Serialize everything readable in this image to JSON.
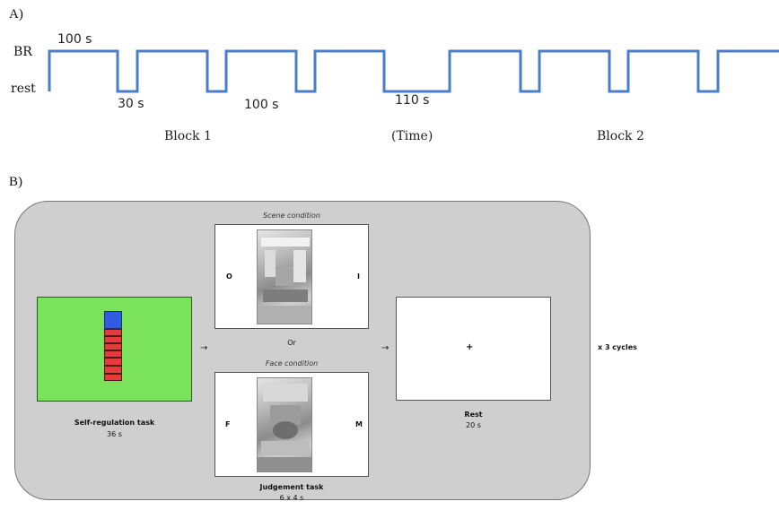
{
  "panel_a": {
    "label": "A)",
    "level_high": "BR",
    "level_low": "rest",
    "durations": {
      "br_first": "100 s",
      "rest_short": "30 s",
      "br_mid": "100 s",
      "rest_long": "110 s"
    },
    "block1": "Block 1",
    "time": "(Time)",
    "block2": "Block 2",
    "line_color": "#4a7ec8"
  },
  "panel_b": {
    "label": "B)",
    "self_regulation": {
      "title": "Self-regulation task",
      "duration": "36 s",
      "screen_color": "#7ae35b"
    },
    "scene": {
      "title": "Scene condition",
      "left_key": "O",
      "right_key": "I"
    },
    "or_text": "Or",
    "face": {
      "title": "Face condition",
      "left_key": "F",
      "right_key": "M"
    },
    "judgement": {
      "title": "Judgement task",
      "duration": "6 x 4 s"
    },
    "rest": {
      "fixation": "+",
      "title": "Rest",
      "duration": "20 s"
    },
    "cycles": "x 3 cycles",
    "arrow_symbol": "→",
    "bar_colors": {
      "top": "#2f5ce0",
      "rest": "#e53b3b"
    }
  }
}
